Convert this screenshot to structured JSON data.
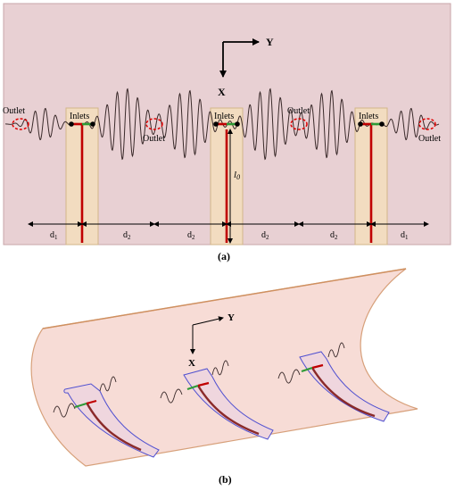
{
  "panel_a": {
    "caption": "(a)",
    "axis": {
      "y": "Y",
      "x": "X"
    },
    "labels": {
      "outlet_left": "Outlet",
      "outlet_mid1": "Outlet",
      "outlet_mid2": "Outlet",
      "outlet_right": "Outlet",
      "inlets_1": "Inlets",
      "inlets_2": "Inlets",
      "inlets_3": "Inlets",
      "length": "l",
      "length_sub": "0"
    },
    "dims": [
      {
        "main": "d",
        "sub": "1"
      },
      {
        "main": "d",
        "sub": "2"
      },
      {
        "main": "d",
        "sub": "2"
      },
      {
        "main": "d",
        "sub": "2"
      },
      {
        "main": "d",
        "sub": "2"
      },
      {
        "main": "d",
        "sub": "1"
      }
    ]
  },
  "panel_b": {
    "caption": "(b)",
    "axis": {
      "y": "Y",
      "x": "X"
    }
  },
  "colors": {
    "panel_fill": "#e8d0d3",
    "panel_stroke": "#c8a6aa",
    "strip_fill": "#f2dcc0",
    "strip_stroke": "#d2b688",
    "red": "#c00000",
    "green": "#2e9a36",
    "outlet": "#e00000",
    "curved_fill": "#f7dcd6",
    "curved_stroke": "#d7a07a",
    "pad_stroke": "#5050d0",
    "brown": "#8a2a2a"
  }
}
